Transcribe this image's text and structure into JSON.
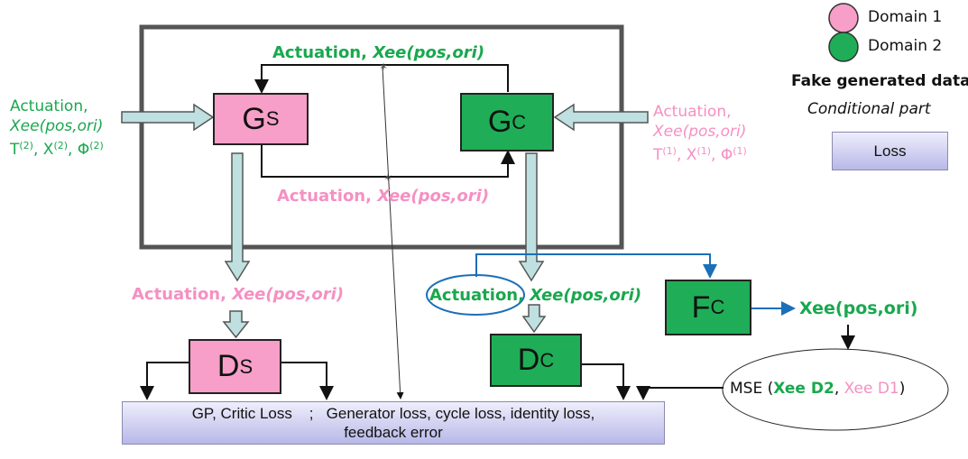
{
  "legend": {
    "domain1": "Domain 1",
    "domain2": "Domain 2",
    "fake": "Fake generated data",
    "conditional": "Conditional part",
    "loss": "Loss"
  },
  "colors": {
    "pink": "#f79fc8",
    "green": "#1fae57",
    "blue": "#1b6fb8"
  },
  "nodes": {
    "gs": {
      "main": "G",
      "sub": "S"
    },
    "gc": {
      "main": "G",
      "sub": "C"
    },
    "ds": {
      "main": "D",
      "sub": "S"
    },
    "dc": {
      "main": "D",
      "sub": "C"
    },
    "fc": {
      "main": "F",
      "sub": "C"
    }
  },
  "labels": {
    "top_act": "Actuation,",
    "top_xee": "Xee(pos,ori)",
    "mid_act": "Actuation,",
    "mid_xee": "Xee(pos,ori)",
    "left_line1": "Actuation,",
    "left_line2": "Xee(pos,ori)",
    "left_t": "T",
    "left_t_sup": "(2)",
    "left_x": "X",
    "left_x_sup": "(2)",
    "left_phi": "Φ",
    "left_phi_sup": "(2)",
    "right_line1": "Actuation,",
    "right_line2": "Xee(pos,ori)",
    "right_t": "T",
    "right_t_sup": "(1)",
    "right_x": "X",
    "right_x_sup": "(1)",
    "right_phi": "Φ",
    "right_phi_sup": "(1)",
    "ds_in_act": "Actuation,",
    "ds_in_xee": "Xee(pos,ori)",
    "dc_in_act": "Actuation,",
    "dc_in_xee": "Xee(pos,ori)",
    "fc_out": "Xee(pos,ori)",
    "mse_prefix": "MSE (",
    "mse_d2": "Xee D2",
    "mse_comma": ", ",
    "mse_d1": "Xee D1",
    "mse_suffix": ")",
    "bottom_line1": "GP, Critic Loss    ;   Generator loss, cycle loss, identity loss,",
    "bottom_line2": "feedback error"
  }
}
